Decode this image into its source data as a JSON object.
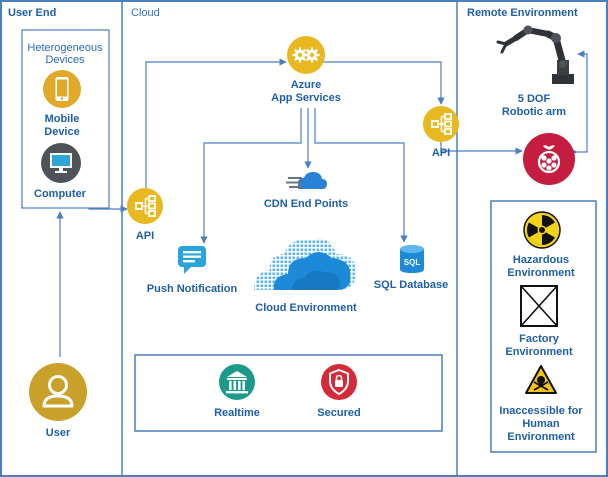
{
  "sections": {
    "user_end": "User End",
    "cloud": "Cloud",
    "remote": "Remote Environment"
  },
  "user_end": {
    "devices_title_1": "Heterogeneous",
    "devices_title_2": "Devices",
    "mobile_1": "Mobile",
    "mobile_2": "Device",
    "computer": "Computer",
    "user": "User"
  },
  "cloud": {
    "api": "API",
    "azure_1": "Azure",
    "azure_2": "App Services",
    "cdn": "CDN End Points",
    "push": "Push Notification",
    "cloud_env": "Cloud Environment",
    "sql_badge": "SQL",
    "sql_db": "SQL Database",
    "realtime": "Realtime",
    "secured": "Secured"
  },
  "remote": {
    "api": "API",
    "robot_1": "5 DOF",
    "robot_2": "Robotic arm",
    "hazard_1": "Hazardous",
    "hazard_2": "Environment",
    "factory_1": "Factory",
    "factory_2": "Environment",
    "inacc_1": "Inaccessible for",
    "inacc_2": "Human",
    "inacc_3": "Environment"
  },
  "colors": {
    "line": "#4a7fc1",
    "text": "#1f5fa8",
    "gold": "#e8b820",
    "teal": "#1b9a8c",
    "red": "#d42a3a",
    "cloud_blue": "#1d8ad8",
    "dark_grey": "#4d5358"
  }
}
